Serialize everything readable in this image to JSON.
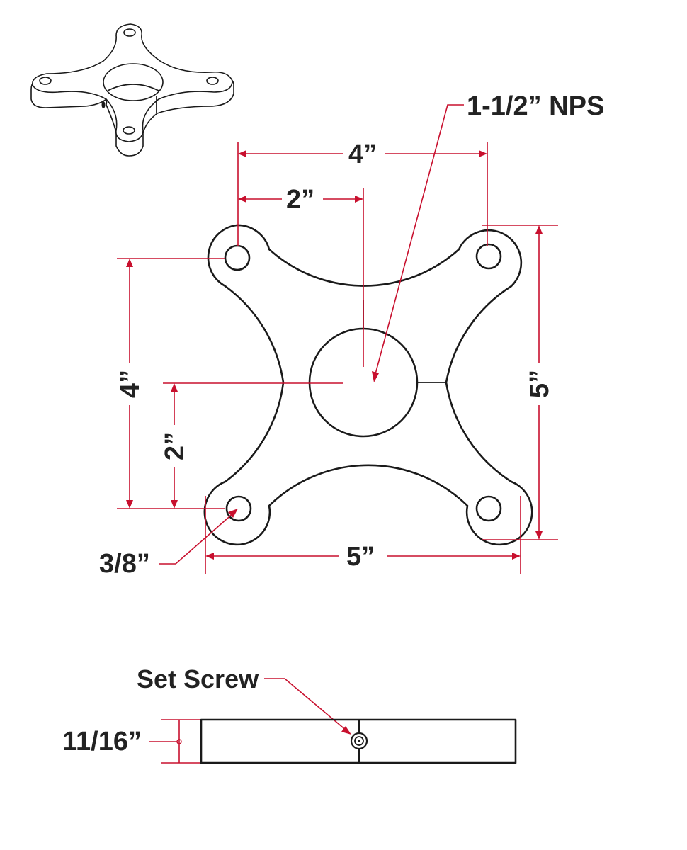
{
  "labels": {
    "nps": "1-1/2” NPS",
    "top_width": "4”",
    "top_half": "2”",
    "left_height": "4”",
    "left_half": "2”",
    "right_height": "5”",
    "bottom_width": "5”",
    "hole_dia": "3/8”",
    "set_screw": "Set Screw",
    "thickness": "11/16”"
  },
  "colors": {
    "dimension": "#c8102e",
    "outline": "#1a1a1a",
    "text": "#222222"
  }
}
